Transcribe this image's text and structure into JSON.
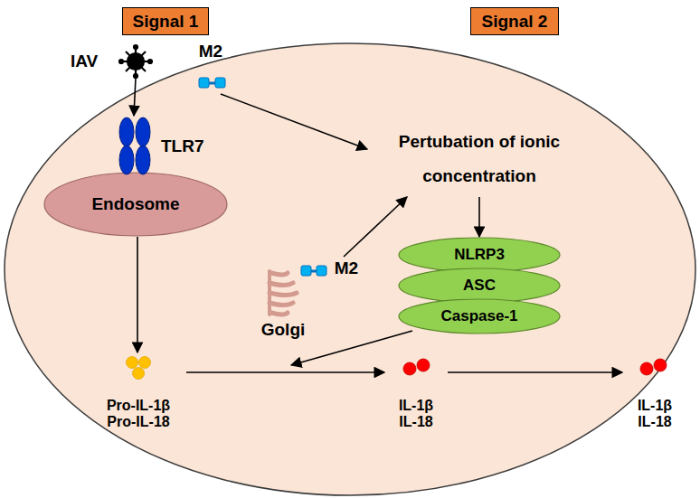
{
  "diagram": {
    "nodes": [
      {
        "text": [
          "Signal 1"
        ]
      },
      {
        "text": [
          "Signal 2"
        ]
      },
      {
        "text": [
          "IAV"
        ]
      },
      {
        "text": [
          "M2"
        ]
      },
      {
        "text": [
          "TLR7"
        ]
      },
      {
        "text": [
          "Endosome"
        ]
      },
      {
        "text": [
          "Pertubation of ionic concentration"
        ]
      },
      {
        "text": [
          "M2"
        ]
      },
      {
        "text": [
          "Golgi"
        ]
      },
      {
        "text": [
          "NLRP3"
        ]
      },
      {
        "text": [
          "ASC"
        ]
      },
      {
        "text": [
          "Caspase-1"
        ]
      },
      {
        "text": [
          "Pro-IL-1β",
          "Pro-IL-18"
        ]
      },
      {
        "text": [
          "IL-1β",
          "IL-18"
        ]
      },
      {
        "text": [
          "IL-1β",
          "IL-18"
        ]
      }
    ],
    "edges": [
      {
        "from": 2,
        "to": 4,
        "arrow": "to"
      },
      {
        "from": 3,
        "to": 6,
        "arrow": "to"
      },
      {
        "from": 5,
        "to": 12,
        "arrow": "to"
      },
      {
        "from": 7,
        "to": 6,
        "arrow": "to"
      },
      {
        "from": 6,
        "to": 9,
        "arrow": "to"
      },
      {
        "from": 12,
        "to": 13,
        "arrow": "to"
      },
      {
        "from": 13,
        "to": 14,
        "arrow": "to"
      }
    ]
  }
}
